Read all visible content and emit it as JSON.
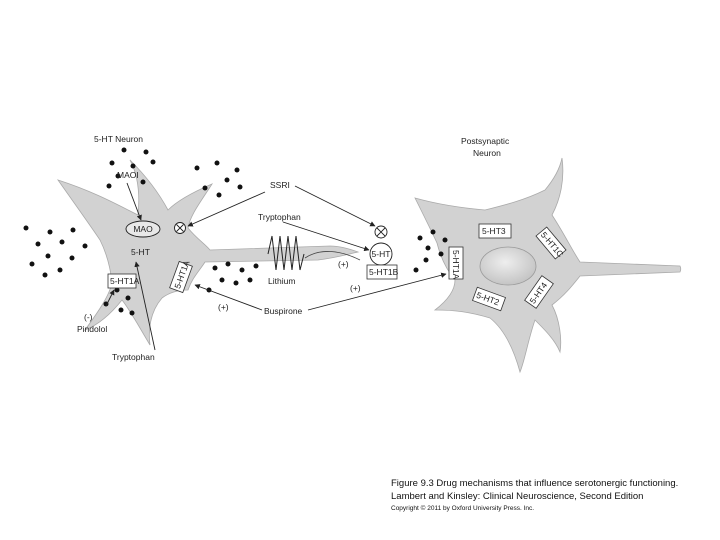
{
  "labels": {
    "neuron_title": "5-HT Neuron",
    "postsynaptic_line1": "Postsynaptic",
    "postsynaptic_line2": "Neuron",
    "maoi": "MAOI",
    "mao": "MAO",
    "five_ht": "5-HT",
    "ssri": "SSRI",
    "tryptophan": "Tryptophan",
    "lithium": "Lithium",
    "buspirone": "Buspirone",
    "pindolol": "Pindolol",
    "minus": "(-)",
    "plus": "(+)",
    "receptor_1a": "5-HT1A",
    "receptor_1b": "5-HT1B",
    "receptor_3": "5-HT3",
    "receptor_2": "5-HT2",
    "receptor_4": "5-HT4",
    "receptor_1c": "5-HT1C"
  },
  "caption": {
    "line1": "Figure 9.3  Drug mechanisms that influence serotonergic functioning.",
    "line2": "Lambert and Kinsley: Clinical Neuroscience, Second Edition",
    "line3": "Copyright © 2011 by Oxford University Press. Inc."
  }
}
